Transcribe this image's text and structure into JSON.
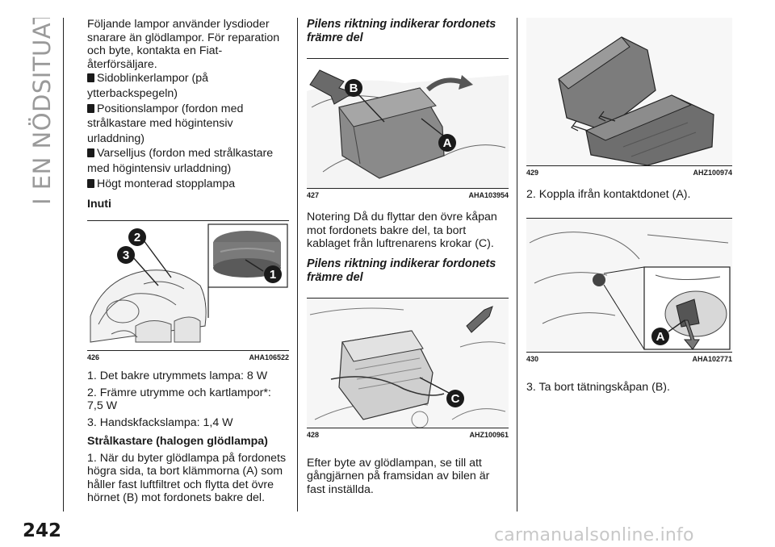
{
  "side_title": "I EN NÖDSITUATION",
  "page_number": "242",
  "watermark": "carmanualsonline.info",
  "col1": {
    "intro": "Följande lampor använder lysdioder snarare än glödlampor. För reparation och byte, kontakta en Fiat-återförsäljare.",
    "bullets": [
      "Sidoblinkerlampor (på ytterbackspegeln)",
      "Positionslampor (fordon med strålkastare med högintensiv urladdning)",
      "Varselljus (fordon med strålkastare med högintensiv urladdning)",
      "Högt monterad stopplampa"
    ],
    "heading_inuti": "Inuti",
    "fig426": {
      "num": "426",
      "code": "AHA106522",
      "callouts": [
        "1",
        "2",
        "3"
      ]
    },
    "items": [
      "1. Det bakre utrymmets lampa: 8 W",
      "2. Främre utrymme och kartlampor*: 7,5 W",
      "3. Handskfackslampa: 1,4 W"
    ],
    "heading_halogen": "Strålkastare (halogen glödlampa)",
    "step1": "1. När du byter glödlampa på fordonets högra sida, ta bort klämmorna (A) som håller fast luftfiltret och flytta det övre hörnet (B) mot fordonets bakre del."
  },
  "col2": {
    "heading1": "Pilens riktning indikerar fordonets främre del",
    "fig427": {
      "num": "427",
      "code": "AHA103954",
      "callouts": [
        "B",
        "A"
      ]
    },
    "note": "Notering Då du flyttar den övre kåpan mot fordonets bakre del, ta bort kablaget från luftrenarens krokar (C).",
    "heading2": "Pilens riktning indikerar fordonets främre del",
    "fig428": {
      "num": "428",
      "code": "AHZ100961",
      "callouts": [
        "C"
      ]
    },
    "after": "Efter byte av glödlampan, se till att gångjärnen på framsidan av bilen är fast inställda."
  },
  "col3": {
    "fig429": {
      "num": "429",
      "code": "AHZ100974"
    },
    "step2": "2. Koppla ifrån kontaktdonet (A).",
    "fig430": {
      "num": "430",
      "code": "AHA102771",
      "callouts": [
        "A"
      ]
    },
    "step3": "3. Ta bort tätningskåpan (B)."
  }
}
